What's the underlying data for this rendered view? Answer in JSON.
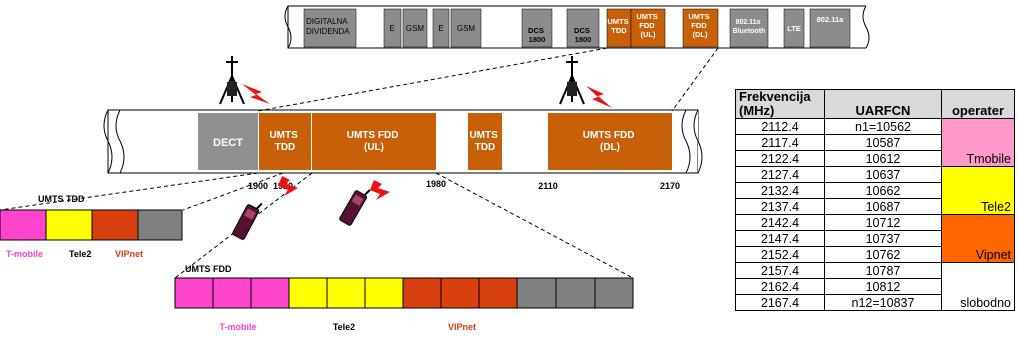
{
  "top_spectrum": {
    "blocks": [
      {
        "label": "DIGITALNA\nDIVIDENDA"
      },
      {
        "label": "E"
      },
      {
        "label": "GSM"
      },
      {
        "label": "E"
      },
      {
        "label": "GSM"
      },
      {
        "label": "DCS\n1800"
      },
      {
        "label": "DCS\n1800"
      },
      {
        "label": "UMTS\nTDD"
      },
      {
        "label": "UMTS\nFDD\n(UL)"
      },
      {
        "label": "UMTS\nFDD\n(DL)"
      },
      {
        "label": "802.11x\nBluetooth"
      },
      {
        "label": "LTE"
      },
      {
        "label": "802.11a"
      }
    ]
  },
  "main_band": {
    "blocks": [
      {
        "label": "DECT"
      },
      {
        "label": "UMTS\nTDD"
      },
      {
        "label": "UMTS FDD\n(UL)"
      },
      {
        "label": "UMTS\nTDD"
      },
      {
        "label": "UMTS FDD\n(DL)"
      }
    ],
    "freq_labels": [
      "1900",
      "1920",
      "1980",
      "2110",
      "2170"
    ]
  },
  "tdd_detail": {
    "title": "UMTS TDD",
    "operators": [
      "T-mobile",
      "Tele2",
      "VIPnet"
    ]
  },
  "fdd_detail": {
    "title": "UMTS FDD",
    "operators": [
      "T-mobile",
      "Tele2",
      "VIPnet"
    ]
  },
  "colors": {
    "tmobile": "#ff44cc",
    "tele2": "#ffff00",
    "vipnet": "#d94010",
    "gray": "#808080",
    "umts_orange": "#c8600a",
    "dect_gray": "#909090",
    "table_tmobile": "#ff99cc",
    "table_tele2": "#ffff00",
    "table_vipnet": "#ff6600"
  },
  "table": {
    "headers": [
      "Frekvencija\n(MHz)",
      "UARFCN",
      "operater"
    ],
    "rows": [
      [
        "2112.4",
        "n1=10562"
      ],
      [
        "2117.4",
        "10587"
      ],
      [
        "2122.4",
        "10612"
      ],
      [
        "2127.4",
        "10637"
      ],
      [
        "2132.4",
        "10662"
      ],
      [
        "2137.4",
        "10687"
      ],
      [
        "2142.4",
        "10712"
      ],
      [
        "2147.4",
        "10737"
      ],
      [
        "2152.4",
        "10762"
      ],
      [
        "2157.4",
        "10787"
      ],
      [
        "2162.4",
        "10812"
      ],
      [
        "2167.4",
        "n12=10837"
      ]
    ],
    "operators": [
      "Tmobile",
      "Tele2",
      "Vipnet",
      "slobodno"
    ]
  }
}
